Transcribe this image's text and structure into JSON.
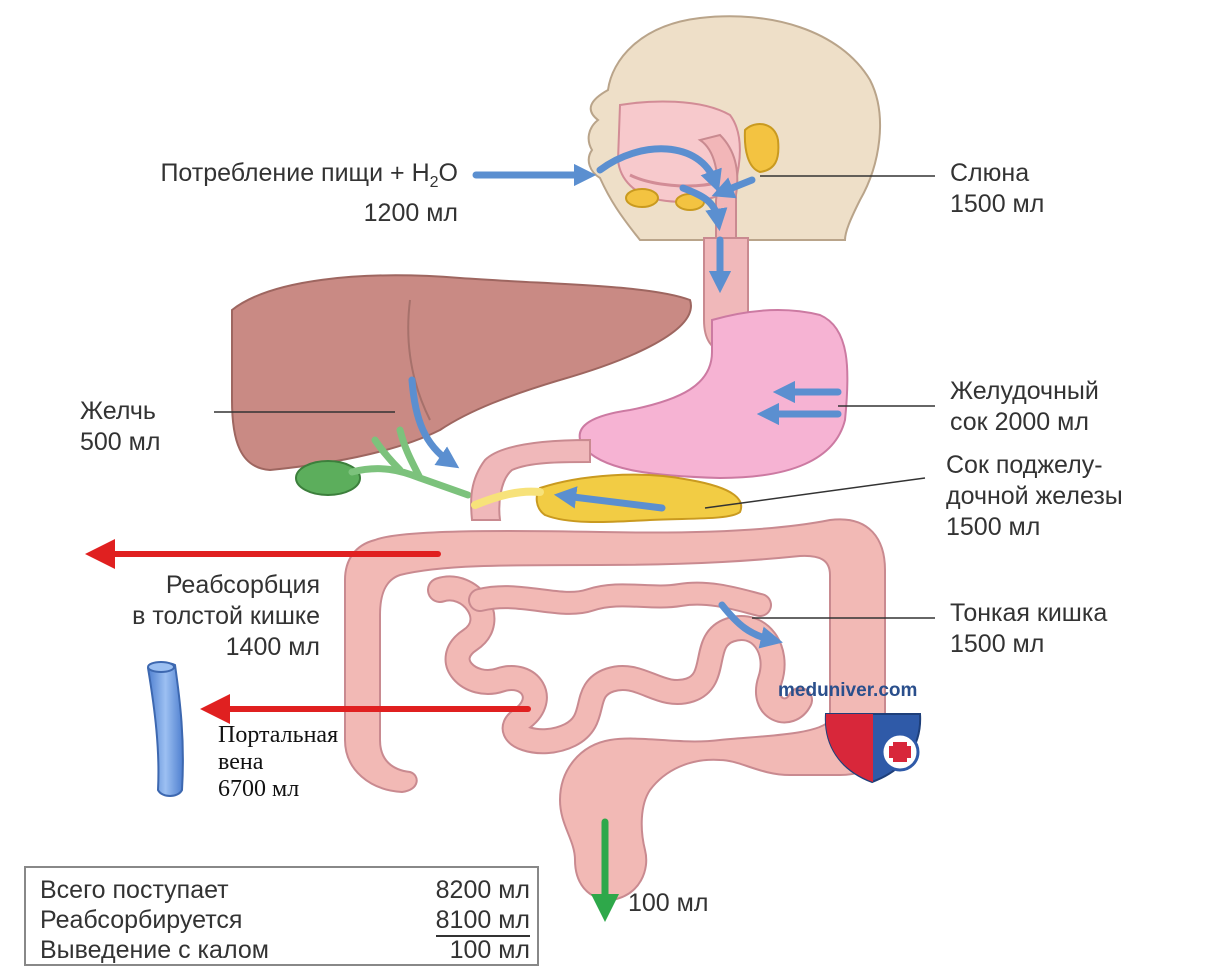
{
  "labels": {
    "food_intake": {
      "line1": "Потребление пищи + H",
      "sub": "2",
      "line1_end": "O",
      "line2": "1200 мл"
    },
    "saliva": {
      "line1": "Слюна",
      "line2": "1500 мл"
    },
    "bile": {
      "line1": "Желчь",
      "line2": "500 мл"
    },
    "gastric_juice": {
      "line1": "Желудочный",
      "line2": "сок 2000 мл"
    },
    "pancreatic_juice": {
      "line1": "Сок поджелу-",
      "line2": "дочной железы",
      "line3": "1500 мл"
    },
    "colon_reabsorption": {
      "line1": "Реабсорбция",
      "line2": "в толстой кишке",
      "line3": "1400 мл"
    },
    "small_intestine": {
      "line1": "Тонкая кишка",
      "line2": "1500 мл"
    },
    "portal_vein": {
      "line1": "Портальная",
      "line2": "вена",
      "line3": "6700 мл"
    },
    "fecal_output": "100 мл"
  },
  "summary": {
    "rows": [
      {
        "label": "Всего поступает",
        "value": "8200 мл"
      },
      {
        "label": "Реабсорбируется",
        "value": "8100 мл"
      },
      {
        "label": "Выведение с калом",
        "value": "100 мл"
      }
    ]
  },
  "watermark": "meduniver.com",
  "colors": {
    "flow_arrow": "#5b8fd0",
    "reabsorption_arrow": "#e02020",
    "excretion_arrow": "#2ea84a",
    "intestine": "#f2b9b5",
    "liver": "#c98a84",
    "stomach": "#f6b3d3",
    "pancreas": "#f2cc44",
    "gallbladder": "#5cae5c",
    "portal_vein": "#6f9be0",
    "head": "#eedfc8"
  },
  "icons": [
    "shield-cross-icon"
  ]
}
